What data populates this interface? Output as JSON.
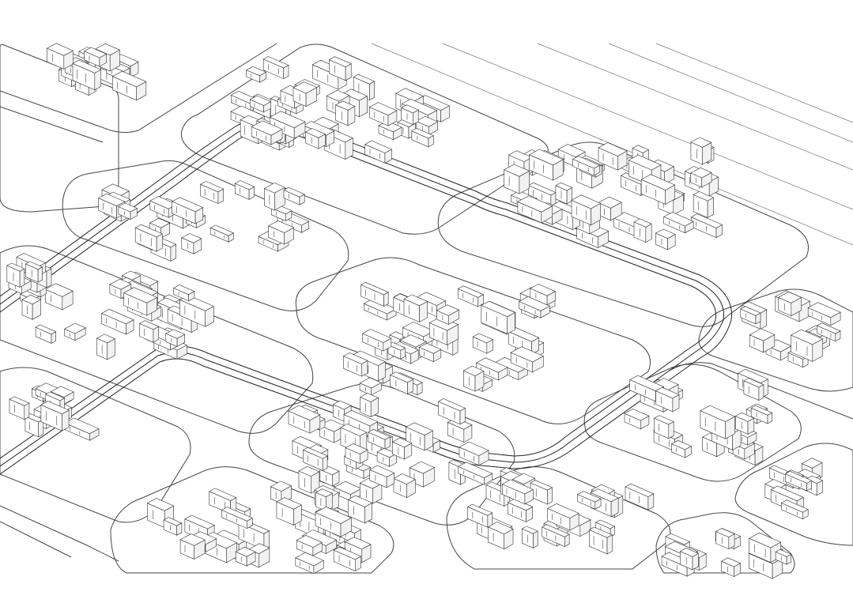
{
  "drawing": {
    "style": "isometric line drawing",
    "line_color": "#333333",
    "background_color": "#ffffff",
    "elements": [
      "road-network",
      "rail-line",
      "building-clusters"
    ]
  }
}
